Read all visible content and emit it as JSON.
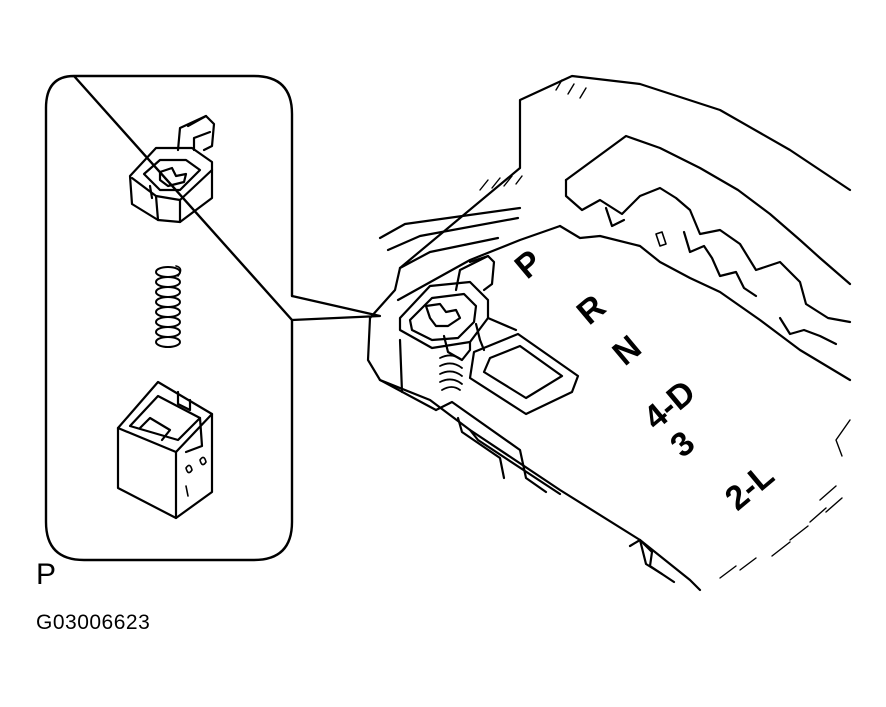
{
  "shift_positions": {
    "p": "P",
    "r": "R",
    "n": "N",
    "four_d": "4-D",
    "three": "3",
    "two_l": "2-L"
  },
  "caption": {
    "view_letter": "P",
    "figure_code": "G03006623"
  },
  "colors": {
    "line": "#000000",
    "background": "#ffffff"
  }
}
